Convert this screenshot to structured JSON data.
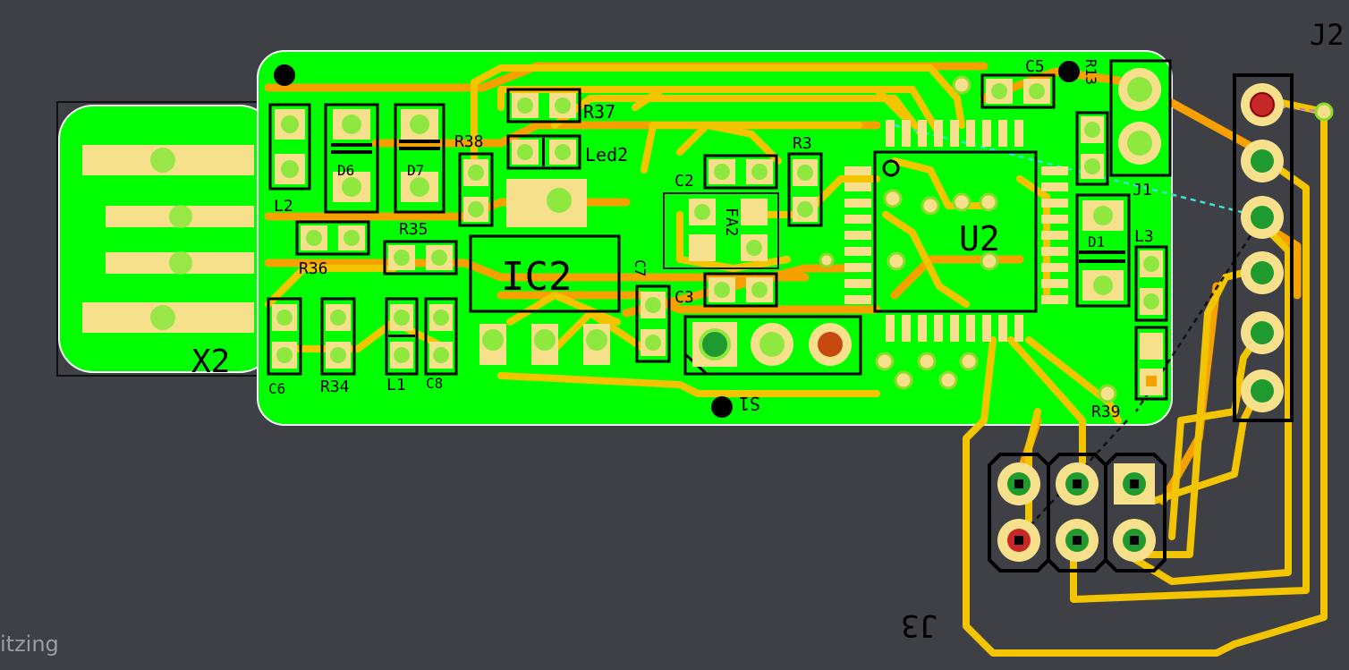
{
  "watermark": "itzing",
  "colors": {
    "background": "#3e4046",
    "board": "#00ff00",
    "trace_bottom": "#f7a100",
    "trace_top": "#f3c400",
    "pad": "#f6e08c",
    "pad_hole": "#8adc28",
    "ratsnest": "#40e0d0",
    "silkscreen": "#000000",
    "header_pin_red": "#c62828",
    "header_pin_green": "#1e9a2e"
  },
  "labels": {
    "x2": "X2",
    "l2": "L2",
    "d6": "D6",
    "d7": "D7",
    "r38": "R38",
    "r37": "R37",
    "led2": "Led2",
    "r35": "R35",
    "r36": "R36",
    "ic2": "IC2",
    "c2": "C2",
    "fa2": "FA2",
    "r3": "R3",
    "c3": "C3",
    "c7": "C7",
    "c5": "C5",
    "r13": "R13",
    "u2": "U2",
    "j1": "J1",
    "d1": "D1",
    "l3": "L3",
    "j2": "J2",
    "c6": "C6",
    "r34": "R34",
    "l1": "L1",
    "c8": "C8",
    "s1": "S1",
    "r39": "R39",
    "j3": "J3"
  }
}
